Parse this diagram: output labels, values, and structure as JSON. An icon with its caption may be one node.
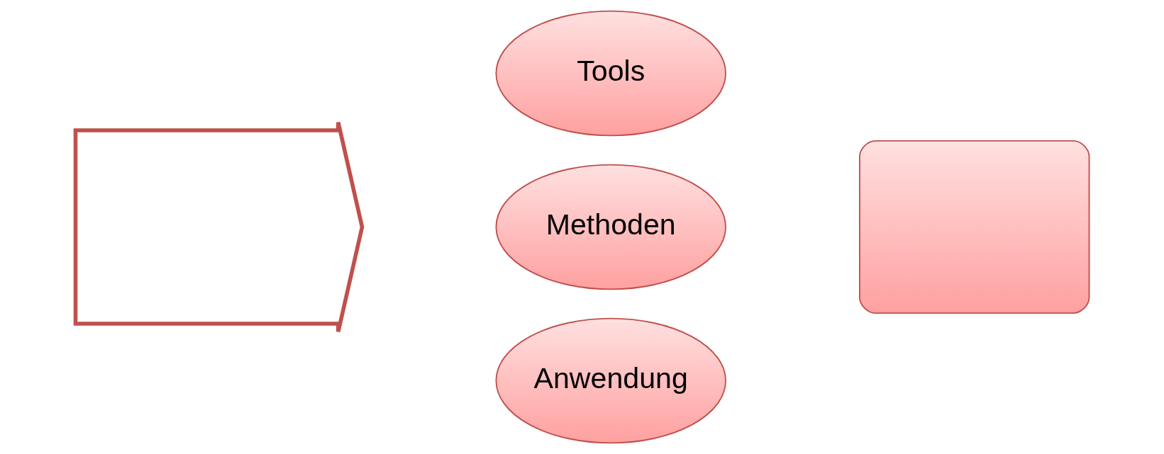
{
  "diagram": {
    "nodes": [
      {
        "text": [],
        "shape": "arrow"
      },
      {
        "text": [
          "Tools"
        ]
      },
      {
        "text": [
          "Methoden"
        ]
      },
      {
        "text": [
          "Anwendung"
        ]
      },
      {
        "text": [],
        "shape": "box"
      }
    ]
  }
}
